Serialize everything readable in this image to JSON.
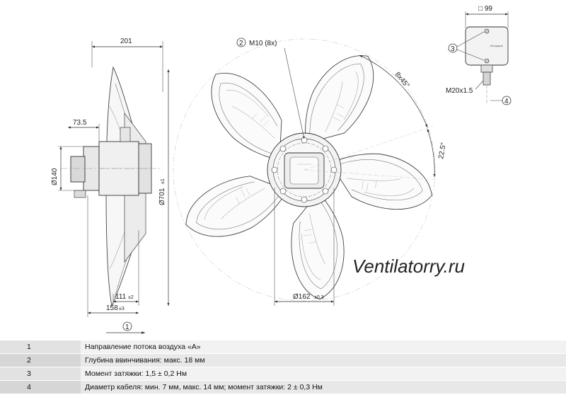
{
  "dimensions": {
    "overall_depth": "201",
    "offset": "73.5",
    "motor_diameter": "Ø140",
    "fan_diameter": "Ø701",
    "fan_diameter_tol": "±1",
    "depth_a": "111",
    "depth_a_tol": "±2",
    "depth_b": "158",
    "depth_b_tol": "±3",
    "bolt_circle": "Ø162",
    "bolt_circle_tol": "±0.3",
    "screws": "M10 (8x)",
    "angle_pitch": "8x45°",
    "angle_offset": "22.5°",
    "box_size": "□ 99",
    "cable_gland": "M20x1.5"
  },
  "callouts": [
    "1",
    "2",
    "3",
    "4"
  ],
  "box_label": "ebmpapst",
  "watermark": "Ventilatorry.ru",
  "notes": [
    {
      "num": "1",
      "text": "Направление потока воздуха «A»"
    },
    {
      "num": "2",
      "text": "Глубина ввинчивания: макс. 18 мм"
    },
    {
      "num": "3",
      "text": "Момент затяжки: 1,5 ± 0,2 Нм"
    },
    {
      "num": "4",
      "text": "Диаметр кабеля: мин. 7 мм, макс. 14 мм; момент затяжки: 2 ± 0,3 Нм"
    }
  ]
}
